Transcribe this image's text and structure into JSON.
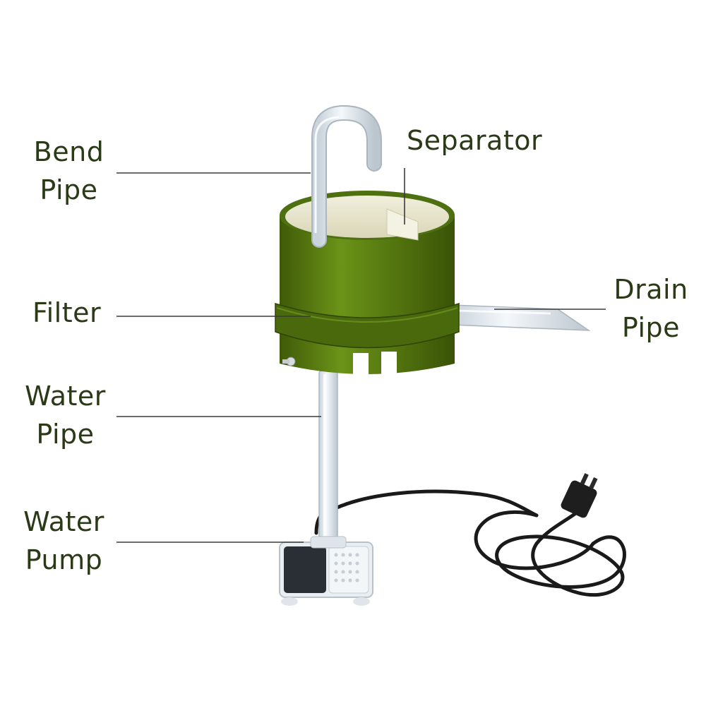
{
  "labels": {
    "bend_pipe": [
      "Bend",
      "Pipe"
    ],
    "separator": "Separator",
    "filter": "Filter",
    "drain_pipe": [
      "Drain",
      "Pipe"
    ],
    "water_pipe": [
      "Water",
      "Pipe"
    ],
    "water_pump": [
      "Water",
      "Pump"
    ]
  },
  "colors": {
    "label_text": "#2b3a16",
    "leader_line": "#3a3a3a",
    "bucket_green": "#5b7f12",
    "bucket_dark": "#3f5a08",
    "bucket_inner": "#e8e6cf",
    "pipe_clear": "#dfe7ee",
    "cable": "#1a1a1a",
    "pump_body": "#2a2f36"
  },
  "icons": [
    "bend-pipe-graphic",
    "filter-bucket-graphic",
    "drain-pipe-graphic",
    "water-pipe-graphic",
    "water-pump-graphic",
    "power-cable-graphic",
    "plug-graphic"
  ]
}
